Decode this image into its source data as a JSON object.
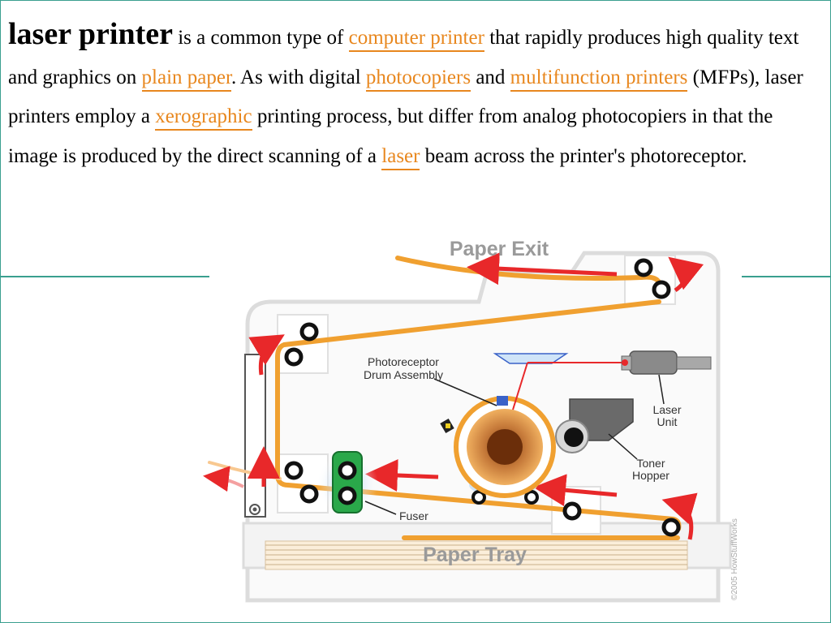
{
  "article": {
    "term": "laser printer",
    "t1": " is a common type of ",
    "link1": "computer printer",
    "t2": " that rapidly produces high quality text and graphics on ",
    "link2": "plain paper",
    "t3": ". As with digital ",
    "link3": "photocopiers",
    "t4": " and ",
    "link4": "multifunction printers",
    "t5": " (MFPs), laser printers employ a ",
    "link5": "xerographic",
    "t6": " printing process, but differ from analog photocopiers in that the image is produced by the direct scanning of a ",
    "link6": "laser",
    "t7": " beam across the printer's photoreceptor."
  },
  "diagram": {
    "paper_exit": "Paper Exit",
    "drum_line1": "Photoreceptor",
    "drum_line2": "Drum Assembly",
    "laser_line1": "Laser",
    "laser_line2": "Unit",
    "toner_line1": "Toner",
    "toner_line2": "Hopper",
    "fuser": "Fuser",
    "paper_tray": "Paper Tray",
    "copyright": "©2005 HowStuffWorks"
  },
  "colors": {
    "link": "#e8871e",
    "paper_path": "#f0a030",
    "arrow": "#e8282a",
    "rule": "#3a9f8f"
  }
}
